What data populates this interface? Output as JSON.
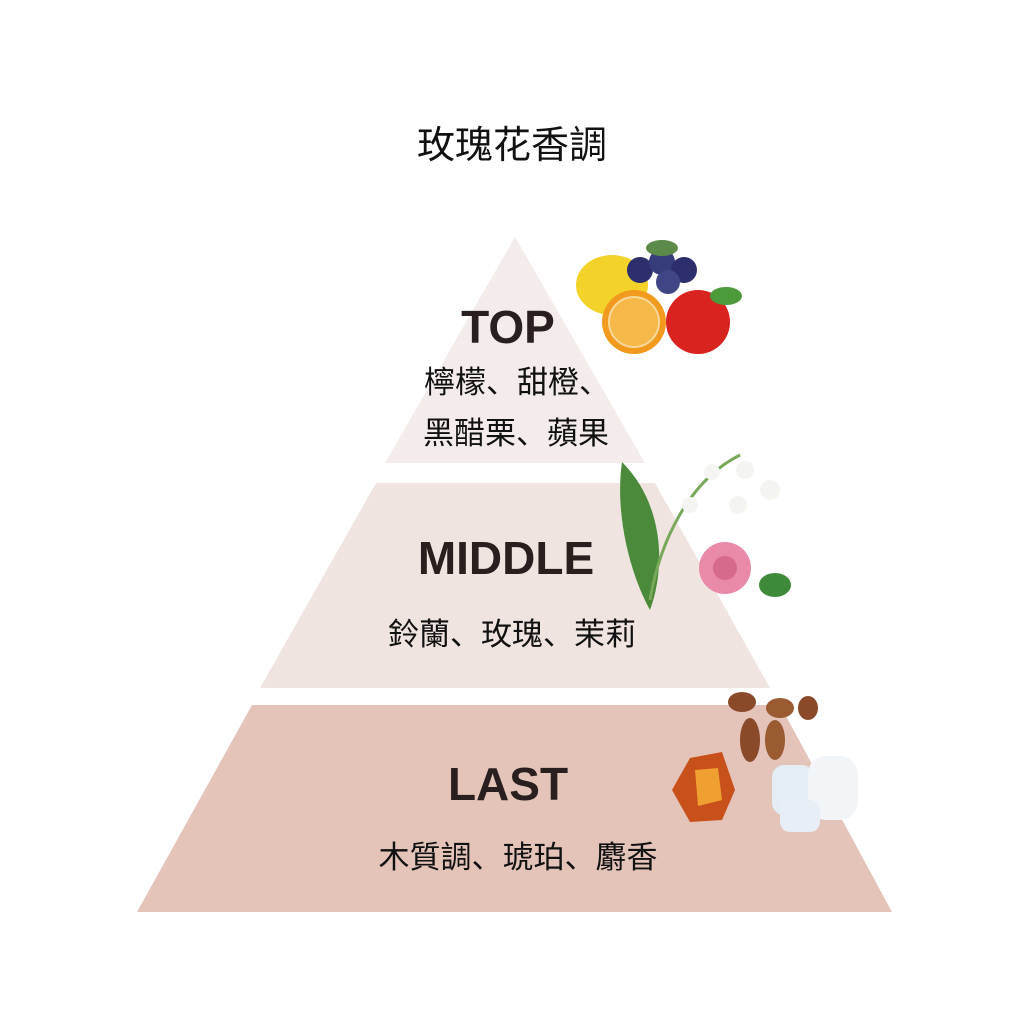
{
  "title": "玫瑰花香調",
  "tiers": [
    {
      "name": "TOP",
      "notes_lines": [
        "檸檬、甜橙、",
        "黑醋栗、蘋果"
      ],
      "color": "#f3ecea"
    },
    {
      "name": "MIDDLE",
      "notes_lines": [
        "鈴蘭、玫瑰、茉莉"
      ],
      "color": "#efe4df"
    },
    {
      "name": "LAST",
      "notes_lines": [
        "木質調、琥珀、麝香"
      ],
      "color": "#e4c4b9"
    }
  ]
}
